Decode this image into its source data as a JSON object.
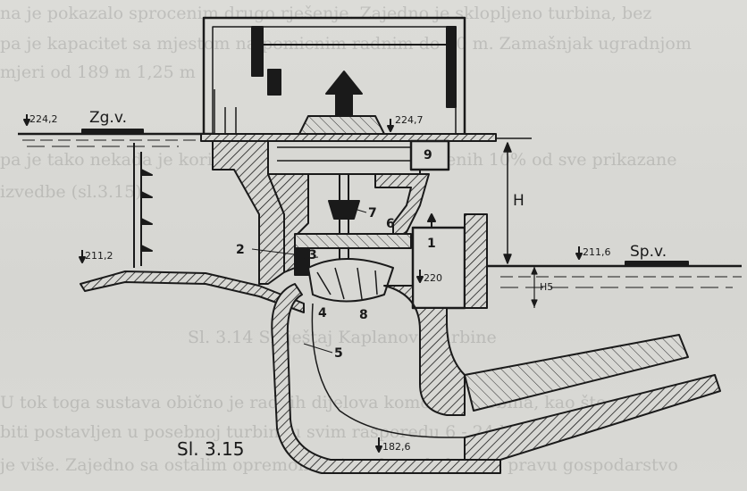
{
  "figure": {
    "caption": "Sl. 3.15",
    "water_labels": {
      "upstream": "Zg.v.",
      "downstream": "Sp.v."
    },
    "elevations": {
      "upstream_top": "224,2",
      "upstream_floor": "211,2",
      "machine_floor": "224,7",
      "downstream_level": "211,6",
      "turbine_axis": "220",
      "bottom": "182,6",
      "draft_mark": "H5"
    },
    "height_label": "H",
    "part_numbers": [
      "1",
      "2",
      "3",
      "4",
      "5",
      "6",
      "7",
      "8",
      "9"
    ]
  },
  "background_text": {
    "line1": "na je pokazalo sprocenim drugo rješenje. Zajedno je sklopljeno turbina, bez",
    "line2": "pa je kapacitet sa mjestom na pomicnim radnim do 30 m. Zamašnjak ugradnjom",
    "line3": "mjeri od 189 m 1,25 m",
    "line4": "pa je tako nekada je korišteno kao jedno od opremljenih 10% od sve prikazane",
    "line5": "izvedbe (sl.3.15).",
    "line6": "Sl. 3.14 Smještaj Kaplanove turbine",
    "line7": "U tok toga sustava obično je radnih dijelova komorom turbina, kao što može",
    "line8": "biti postavljen u posebnoj turbini u svim rasporedu 6 - 24 lopatica",
    "line9": "je više. Zajedno sa ostalim opremom je izveden s kolom za pravu gospodarstvo"
  }
}
